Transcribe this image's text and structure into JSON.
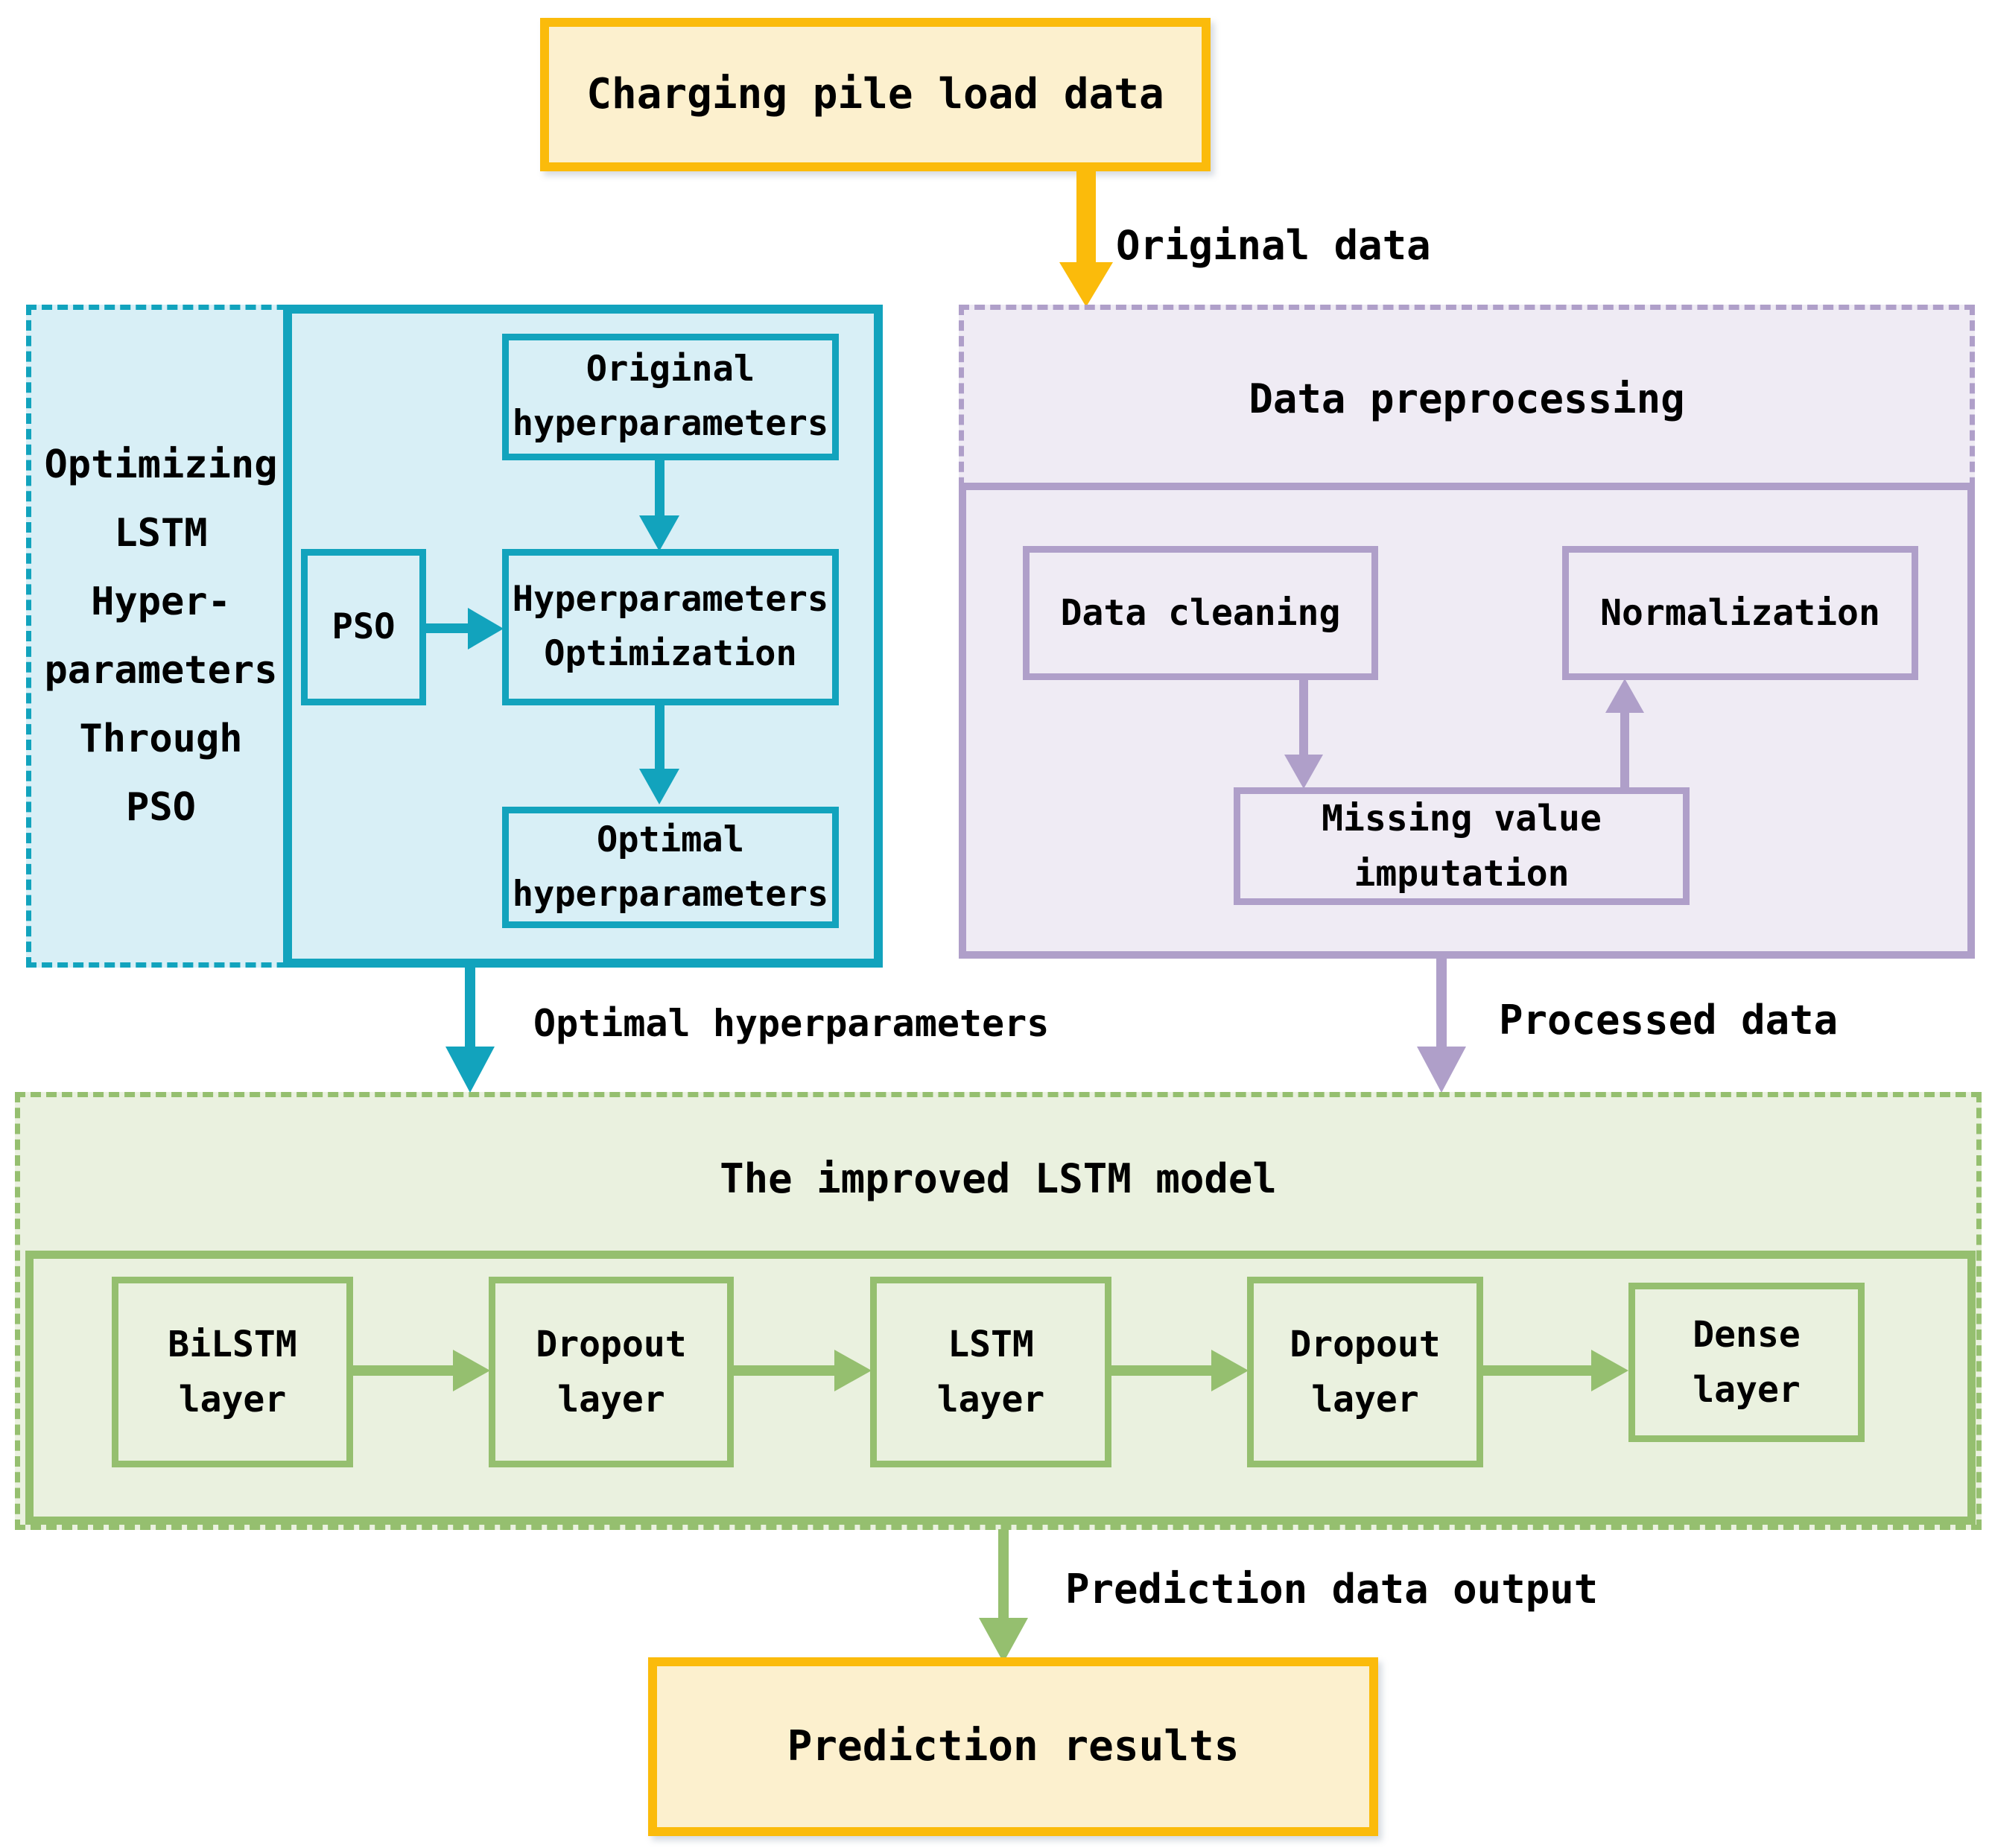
{
  "colors": {
    "yellow_border": "#FBBB0B",
    "yellow_fill": "#FCF0CE",
    "teal_border": "#12A3BD",
    "teal_fill": "#D8EFF6",
    "purple_border": "#AF9FC9",
    "purple_fill": "#EFEBF4",
    "green_border": "#95BF6F",
    "green_fill": "#EAF1DF",
    "text": "#000000"
  },
  "top_node": {
    "label": "Charging pile load data"
  },
  "edges": {
    "original_data": "Original data",
    "optimal_hyperparameters": "Optimal hyperparameters",
    "processed_data": "Processed data",
    "prediction_output": "Prediction data output"
  },
  "pso_panel": {
    "sidebar_lines": [
      "Optimizing",
      "LSTM",
      "Hyper-",
      "parameters",
      "Through",
      "PSO"
    ],
    "original_hyperparameters": "Original\nhyperparameters",
    "pso": "PSO",
    "hyperparameters_optimization": "Hyperparameters\nOptimization",
    "optimal_hyperparameters": "Optimal\nhyperparameters"
  },
  "preprocessing_panel": {
    "title": "Data preprocessing",
    "data_cleaning": "Data cleaning",
    "normalization": "Normalization",
    "missing_value_imputation": "Missing value\nimputation"
  },
  "lstm_panel": {
    "title": "The improved LSTM model",
    "layers": [
      "BiLSTM\nlayer",
      "Dropout\nlayer",
      "LSTM\nlayer",
      "Dropout\nlayer",
      "Dense\nlayer"
    ]
  },
  "result_node": {
    "label": "Prediction results"
  }
}
